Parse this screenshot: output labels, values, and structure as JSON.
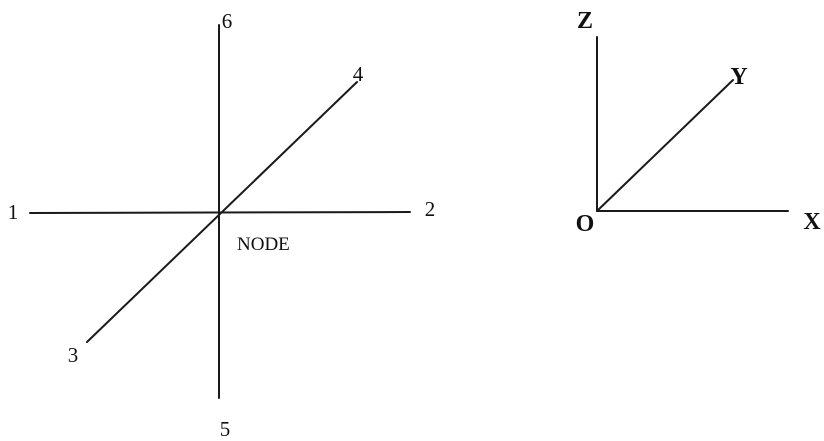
{
  "node_diagram": {
    "labels": {
      "direction_1": "1",
      "direction_2": "2",
      "direction_3": "3",
      "direction_4": "4",
      "direction_5": "5",
      "direction_6": "6",
      "node": "NODE"
    }
  },
  "coordinate_axes": {
    "labels": {
      "origin": "O",
      "x": "X",
      "y": "Y",
      "z": "Z"
    }
  },
  "colors": {
    "line": "#1a1a1a",
    "text": "#111111",
    "background": "#ffffff"
  }
}
